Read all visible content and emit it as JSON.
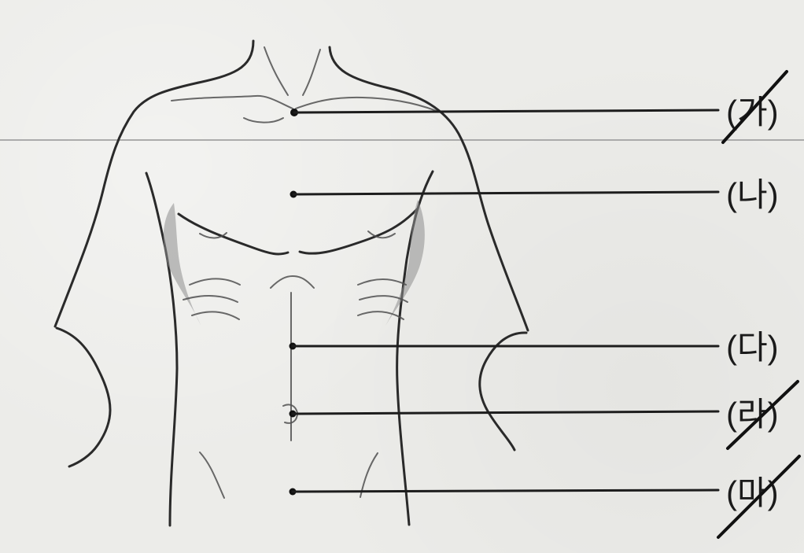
{
  "labels": [
    {
      "id": "ga",
      "text": "(가)",
      "struck": true
    },
    {
      "id": "na",
      "text": "(나)",
      "struck": false
    },
    {
      "id": "da",
      "text": "(다)",
      "struck": false
    },
    {
      "id": "ra",
      "text": "(라)",
      "struck": true
    },
    {
      "id": "ma",
      "text": "(마)",
      "struck": true
    }
  ]
}
